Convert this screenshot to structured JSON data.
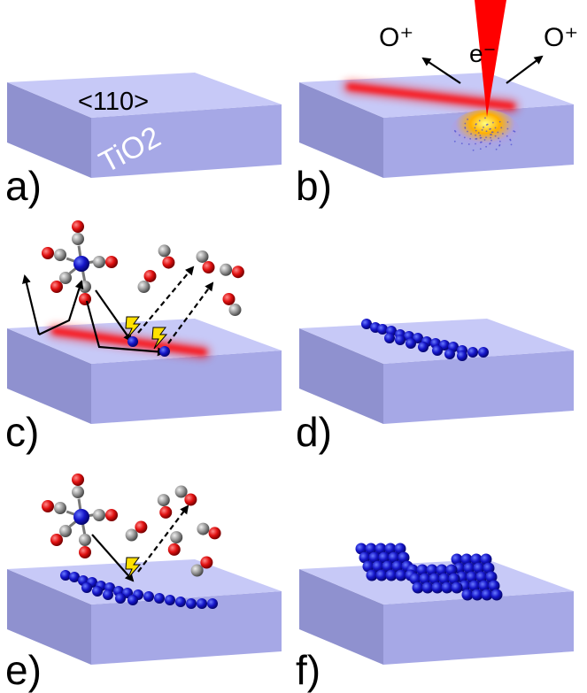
{
  "labels": {
    "a": "a)",
    "b": "b)",
    "c": "c)",
    "d": "d)",
    "e": "e)",
    "f": "f)",
    "face": "<110>",
    "material": "TiO2",
    "ion_left": "O⁺",
    "ion_right": "O⁺",
    "electron": "e⁻"
  },
  "colors": {
    "slab_top": "#c7c9f7",
    "slab_front": "#a6a8e6",
    "slab_side": "#8f91cf",
    "beam": "#ff0000",
    "atom_metal": "#1111cc",
    "atom_carbon": "#9a9a9a",
    "atom_oxygen": "#e01010",
    "flash": "#ffe000"
  },
  "panels": [
    "a",
    "b",
    "c",
    "d",
    "e",
    "f"
  ]
}
